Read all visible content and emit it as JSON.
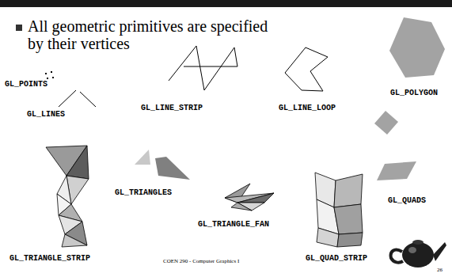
{
  "diagram": {
    "title": "All geometric primitives are specified by their vertices",
    "labels": [
      "GL_POINTS",
      "GL_LINES",
      "GL_LINE_STRIP",
      "GL_LINE_LOOP",
      "GL_POLYGON",
      "GL_TRIANGLES",
      "GL_TRIANGLE_FAN",
      "GL_QUADS",
      "GL_TRIANGLE_STRIP",
      "GL_QUAD_STRIP",
      "COEN 290 - Computer Graphics I",
      "26"
    ]
  }
}
